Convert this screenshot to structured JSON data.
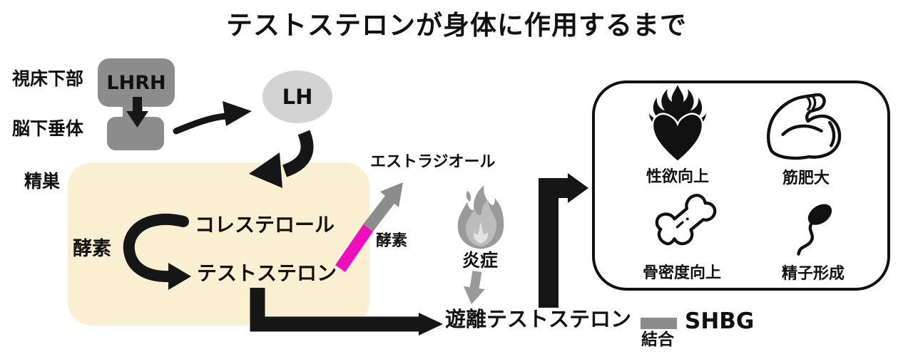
{
  "title": "テストステロンが身体に作用するまで",
  "hpg_axis": {
    "hypothalamus_label": "視床下部",
    "lhrh_label": "LHRH",
    "pituitary_label": "脳下垂体",
    "lh_label": "LH"
  },
  "testis": {
    "label": "精巣",
    "enzyme_label": "酵素",
    "cholesterol_label": "コレステロール",
    "testosterone_label": "テストステロン"
  },
  "estradiol": {
    "label": "エストラジオール",
    "enzyme_label": "酵素"
  },
  "inflammation": {
    "label": "炎症",
    "icon": "flame-icon"
  },
  "free_testosterone": {
    "label": "遊離テストステロン"
  },
  "shbg": {
    "label": "SHBG",
    "binding_label": "結合"
  },
  "effects": {
    "items": [
      {
        "icon": "flaming-heart-icon",
        "label": "性欲向上"
      },
      {
        "icon": "bicep-icon",
        "label": "筋肥大"
      },
      {
        "icon": "bone-icon",
        "label": "骨密度向上"
      },
      {
        "icon": "sperm-icon",
        "label": "精子形成"
      }
    ]
  },
  "colors": {
    "background": "#FFFFFF",
    "text": "#111111",
    "gland_gray": "#8C8C8C",
    "lh_gray": "#D3D3D3",
    "testis_beige": "#FAF0D1",
    "magenta": "#EE0EBE",
    "arrow_black": "#161616",
    "flame_outer": "#9A9A9A",
    "flame_mid": "#BCBCBC",
    "flame_inner": "#E3E3E3"
  }
}
